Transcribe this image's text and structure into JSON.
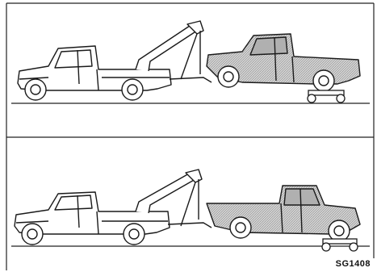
{
  "figure": {
    "code": "SG1408",
    "panels": [
      {
        "id": "top",
        "method": "rear-wheels-on-dolly"
      },
      {
        "id": "bottom",
        "method": "front-wheels-on-dolly"
      }
    ],
    "colors": {
      "line": "#1a1a1a",
      "body_fill": "#ffffff",
      "towed_fill": "#c9c9c9",
      "frame": "#222222"
    }
  }
}
